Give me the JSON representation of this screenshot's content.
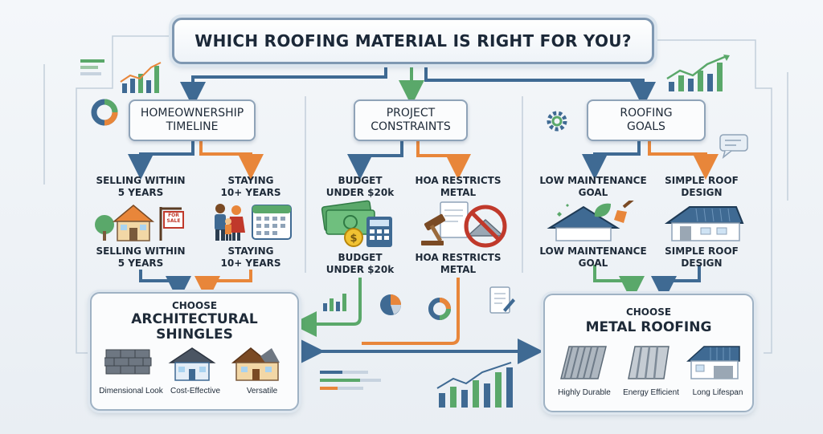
{
  "title": "WHICH ROOFING MATERIAL IS RIGHT FOR YOU?",
  "categories": [
    {
      "label": "HOMEOWNERSHIP\nTIMELINE"
    },
    {
      "label": "PROJECT\nCONSTRAINTS"
    },
    {
      "label": "ROOFING\nGOALS"
    }
  ],
  "options": {
    "selling": "SELLING WITHIN\n5 YEARS",
    "staying": "STAYING\n10+ YEARS",
    "budget": "BUDGET\nUNDER $20k",
    "hoa": "HOA RESTRICTS\nMETAL",
    "low_maint": "LOW MAINTENANCE\nGOAL",
    "simple": "SIMPLE ROOF\nDESIGN"
  },
  "sign_text": "FOR\nSALE",
  "results": {
    "shingles": {
      "line1": "CHOOSE",
      "line2": "ARCHITECTURAL",
      "line3": "SHINGLES",
      "features": [
        "Dimensional Look",
        "Cost-Effective",
        "Versatile"
      ]
    },
    "metal": {
      "line1": "CHOOSE",
      "line2": "METAL ROOFING",
      "features": [
        "Highly Durable",
        "Energy Efficient",
        "Long Lifespan"
      ]
    }
  },
  "colors": {
    "blue": "#3f6a93",
    "orange": "#e8863a",
    "green": "#5aa86a",
    "gray": "#8c9aa8",
    "navy": "#1e2a38"
  }
}
